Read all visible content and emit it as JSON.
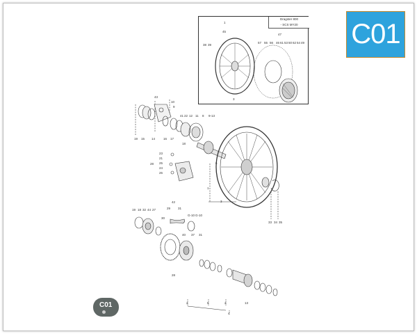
{
  "page": {
    "section_badge": "C01",
    "badge_color": "#2ea3dd",
    "badge_border_color": "#c98a2a"
  },
  "diagram": {
    "type": "exploded parts diagram - rear wheel assembly",
    "inset": {
      "title_line1": "Dragster 800",
      "title_line2": "- SCS MY20",
      "labels": [
        "1",
        "45",
        "38",
        "39",
        "47",
        "57",
        "55",
        "56",
        "46",
        "61",
        "53",
        "50",
        "62",
        "54",
        "49",
        "3"
      ]
    },
    "callouts_upper": [
      "43",
      "10",
      "9",
      "41",
      "22",
      "12",
      "11",
      "8",
      "9-13",
      "19",
      "15",
      "14",
      "16",
      "17",
      "18",
      "23",
      "21",
      "25",
      "24",
      "26",
      "28",
      "1",
      "3",
      "6",
      "33",
      "34",
      "35"
    ],
    "callouts_lower": [
      "19",
      "18",
      "32",
      "44",
      "27",
      "42",
      "29",
      "31",
      "30",
      "G-10",
      "G-10",
      "40",
      "37",
      "31",
      "28",
      "2",
      "5",
      "4",
      "13",
      "2"
    ],
    "page_tag": {
      "label": "C01"
    }
  }
}
